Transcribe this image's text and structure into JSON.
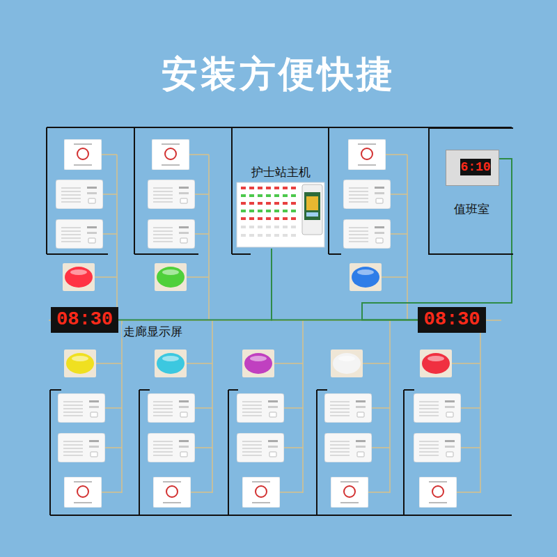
{
  "diagram": {
    "title": "安装方便快捷",
    "nodes": [
      {
        "text": [
          "护士站主机"
        ]
      },
      {
        "text": [
          "值班室"
        ]
      },
      {
        "text": [
          "6:10"
        ],
        "in": 1
      },
      {
        "text": [
          "08:30",
          "走廊显示屏"
        ]
      },
      {
        "text": [
          "08:30"
        ]
      }
    ],
    "edges": [
      {
        "from": 0,
        "to": 3,
        "arrow": "none"
      },
      {
        "from": 0,
        "to": 4,
        "arrow": "none"
      },
      {
        "from": 2,
        "to": 4,
        "arrow": "none"
      }
    ]
  }
}
